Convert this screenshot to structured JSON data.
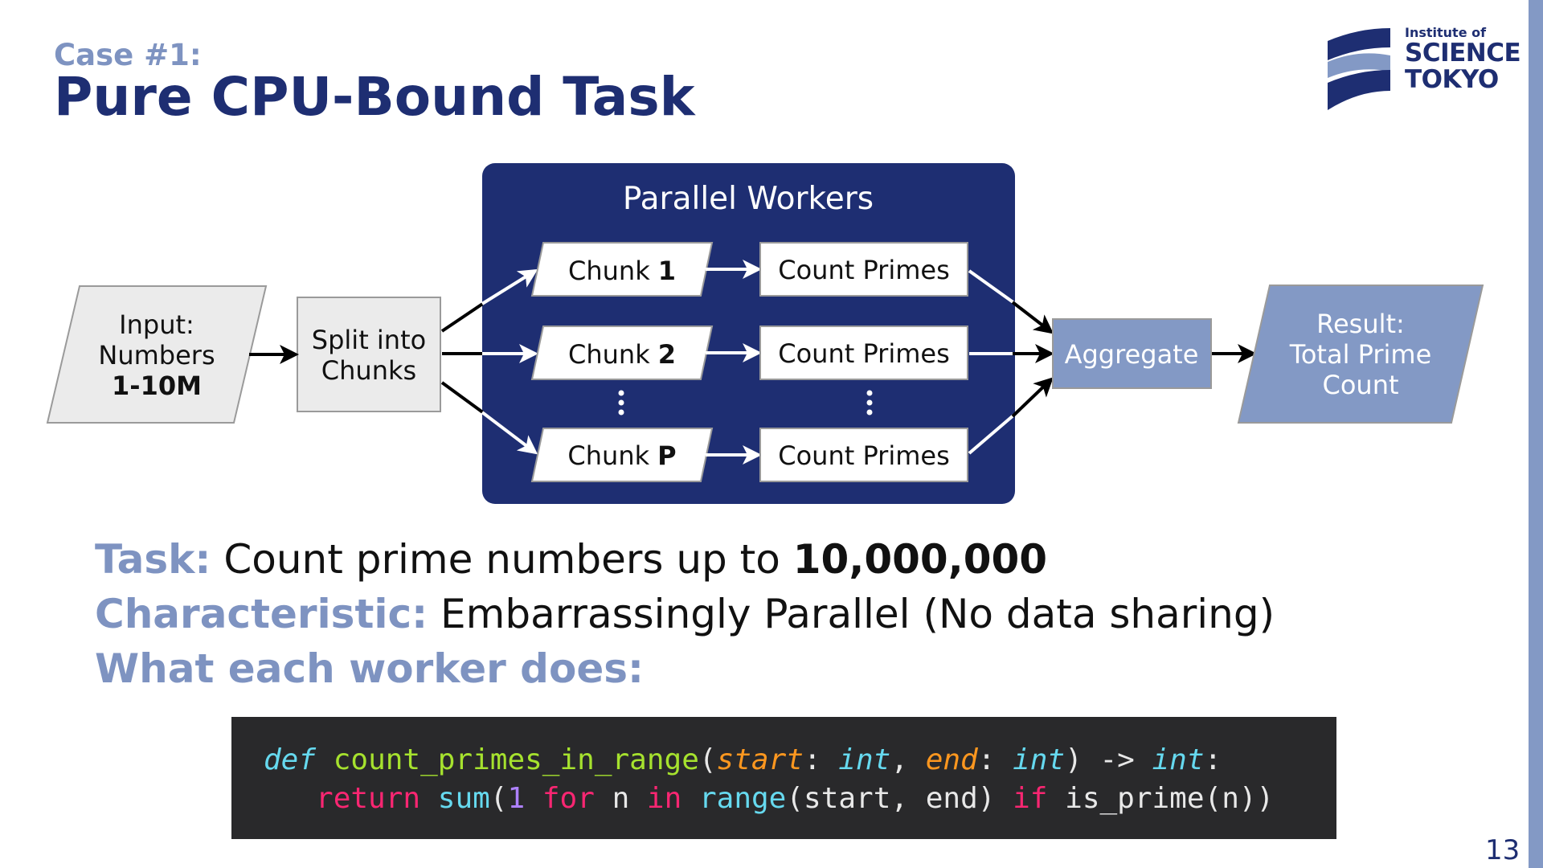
{
  "header": {
    "case_label": "Case #1:",
    "title": "Pure CPU-Bound Task"
  },
  "logo": {
    "line1": "Institute of",
    "line2": "SCIENCE",
    "line3": "TOKYO"
  },
  "diagram": {
    "input": {
      "line1": "Input:",
      "line2": "Numbers",
      "line3": "1-10M"
    },
    "split": {
      "line1": "Split into",
      "line2": "Chunks"
    },
    "workers_title": "Parallel Workers",
    "chunk_word": "Chunk",
    "chunks": [
      "1",
      "2",
      "P"
    ],
    "count_label": "Count Primes",
    "aggregate": "Aggregate",
    "result": {
      "line1": "Result:",
      "line2": "Total Prime",
      "line3": "Count"
    }
  },
  "description": {
    "task_label": "Task:",
    "task_text": "Count prime numbers up to",
    "task_value": "10,000,000",
    "characteristic_label": "Characteristic:",
    "characteristic_text": "Embarrassingly Parallel (No data sharing)",
    "worker_label": "What each worker does:"
  },
  "code": {
    "t_def": "def",
    "t_fn": "count_primes_in_range",
    "t_open": "(",
    "t_start": "start",
    "t_colon1": ": ",
    "t_int1": "int",
    "t_comma1": ", ",
    "t_end": "end",
    "t_colon2": ": ",
    "t_int2": "int",
    "t_arrow": ") -> ",
    "t_int3": "int",
    "t_colon3": ":",
    "t_indent": "   ",
    "t_return": "return",
    "t_sum": "sum",
    "t_paren1": "(",
    "t_one": "1",
    "t_for": "for",
    "t_n": " n ",
    "t_in": "in",
    "t_range": "range",
    "t_args": "(start, end) ",
    "t_if": "if",
    "t_isprime": " is_prime(n))"
  },
  "page_number": "13",
  "colors": {
    "navy": "#1e2e72",
    "light_blue": "#7e93c1",
    "box_gray": "#ebebeb",
    "code_bg": "#29292b"
  }
}
